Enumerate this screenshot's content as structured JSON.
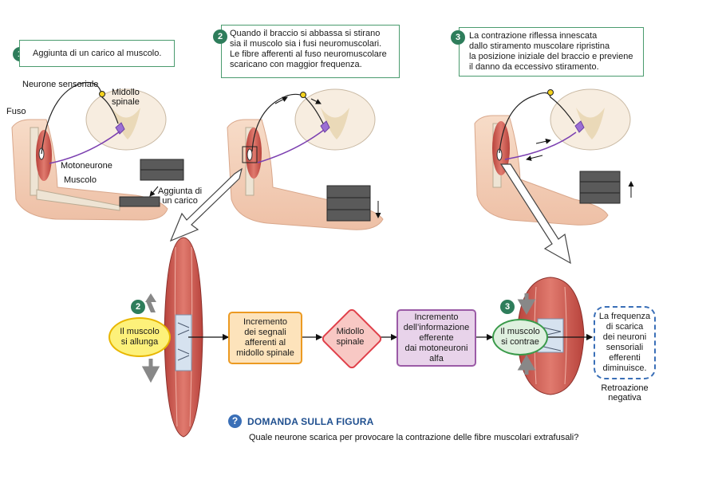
{
  "callouts": {
    "step1": {
      "num": "1",
      "text": "Aggiunta di un carico al muscolo."
    },
    "step2": {
      "num": "2",
      "lines": [
        "Quando il braccio si abbassa si stirano",
        "sia il muscolo sia i fusi neuromuscolari.",
        "Le fibre afferenti al fuso neuromuscolare",
        "scaricano con maggior frequenza."
      ]
    },
    "step3": {
      "num": "3",
      "lines": [
        "La contrazione riflessa innescata",
        "dallo stiramento muscolare ripristina",
        "la posizione iniziale del braccio e previene",
        "il danno da eccessivo stiramento."
      ]
    }
  },
  "labels": {
    "sensory_neuron": "Neurone sensoriale",
    "spinal_cord": [
      "Midollo",
      "spinale"
    ],
    "spindle": "Fuso",
    "motoneuron": "Motoneurone",
    "muscle": "Muscolo",
    "load": [
      "Aggiunta di",
      "un carico"
    ]
  },
  "flow": {
    "step2_num": "2",
    "step3_num": "3",
    "stretch": [
      "Il muscolo",
      "si allunga"
    ],
    "afferent": [
      "Incremento",
      "dei segnali",
      "afferenti al",
      "midollo spinale"
    ],
    "cord": [
      "Midollo",
      "spinale"
    ],
    "efferent": [
      "Incremento",
      "dell’informazione",
      "efferente",
      "dai motoneuroni",
      "alfa"
    ],
    "contract": [
      "Il muscolo",
      "si contrae"
    ],
    "feedback": [
      "La frequenza",
      "di scarica",
      "dei neuroni",
      "sensoriali",
      "efferenti",
      "diminuisce."
    ],
    "feedback_caption": [
      "Retroazione",
      "negativa"
    ]
  },
  "question": {
    "icon": "?",
    "title": "DOMANDA SULLA FIGURA",
    "text": "Quale neurone scarica per provocare la contrazione delle fibre muscolari extrafusali?"
  },
  "colors": {
    "green": "#2e7d5b",
    "stretch_fill": "#fdf17a",
    "stretch_border": "#e8b600",
    "afferent_fill": "#fde3bb",
    "afferent_border": "#ec9a22",
    "cord_fill": "#f8c8c4",
    "cord_border": "#e0404a",
    "efferent_fill": "#e8d3ea",
    "efferent_border": "#9b5ba6",
    "contract_fill": "#dff0df",
    "contract_border": "#3a9a4a",
    "feedback_border": "#3a6fb7",
    "question_title": "#1f4f8f"
  }
}
